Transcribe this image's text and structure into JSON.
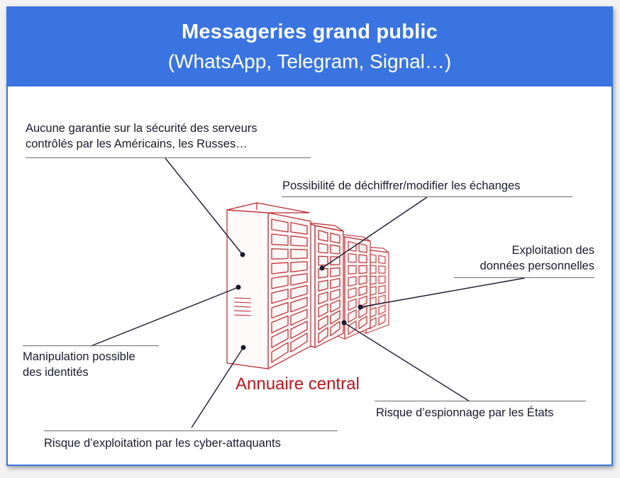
{
  "header": {
    "title": "Messageries grand public",
    "subtitle": "(WhatsApp, Telegram, Signal…)"
  },
  "labels": {
    "servers_security": [
      "Aucune garantie sur la sécurité des serveurs",
      "contrôlés par les Américains, les Russes…"
    ],
    "decrypt": "Possibilité de déchiffrer/modifier les échanges",
    "personal_data": [
      "Exploitation des",
      "données personnelles"
    ],
    "identity": [
      "Manipulation possible",
      "des identités"
    ],
    "espionage": "Risque d’espionnage par les États",
    "cyber": "Risque d’exploitation par les cyber-attaquants"
  },
  "center_label": "Annuaire central",
  "colors": {
    "header_bg": "#3a74e0",
    "accent_red": "#c0141c",
    "server_stroke": "#b9262c",
    "text": "#1a1a2e"
  },
  "icons": [
    "server-rack-icon"
  ]
}
